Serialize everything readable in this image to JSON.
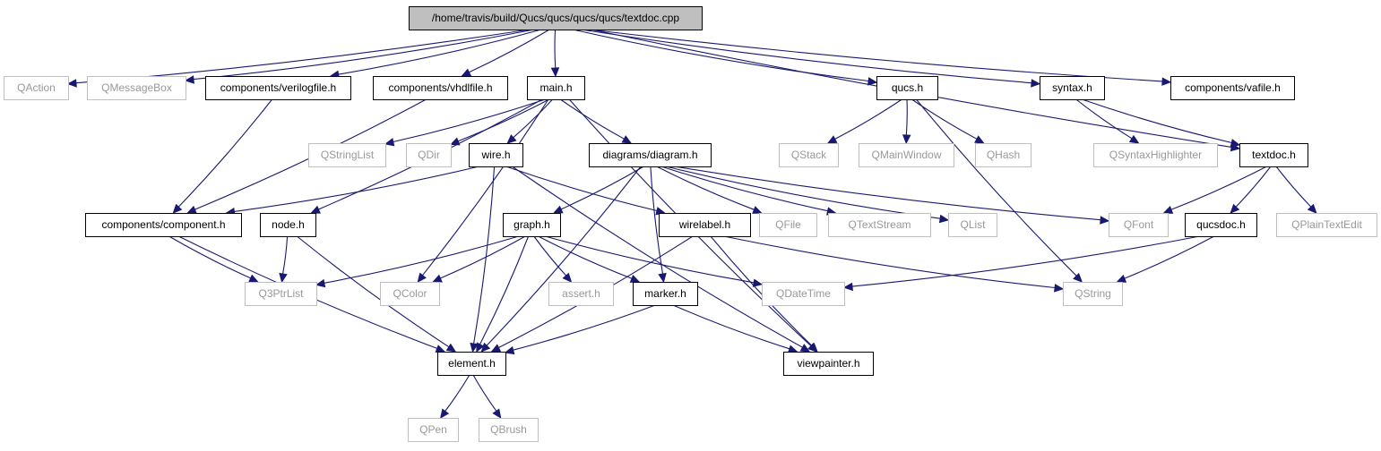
{
  "colors": {
    "edge": "#191970",
    "node_border_project": "#000000",
    "node_border_external": "#bfbfbf",
    "node_text_project": "#000000",
    "node_text_external": "#999999",
    "root_fill": "#bfbfbf",
    "node_fill": "#ffffff"
  },
  "nodes": [
    {
      "id": "textdoc_cpp",
      "label": "/home/travis/build/Qucs/qucs/qucs/qucs/textdoc.cpp",
      "kind": "root"
    },
    {
      "id": "QAction",
      "label": "QAction",
      "kind": "external"
    },
    {
      "id": "QMessageBox",
      "label": "QMessageBox",
      "kind": "external"
    },
    {
      "id": "verilogfile_h",
      "label": "components/verilogfile.h",
      "kind": "project"
    },
    {
      "id": "vhdlfile_h",
      "label": "components/vhdlfile.h",
      "kind": "project"
    },
    {
      "id": "main_h",
      "label": "main.h",
      "kind": "project"
    },
    {
      "id": "qucs_h",
      "label": "qucs.h",
      "kind": "project"
    },
    {
      "id": "syntax_h",
      "label": "syntax.h",
      "kind": "project"
    },
    {
      "id": "vafile_h",
      "label": "components/vafile.h",
      "kind": "project"
    },
    {
      "id": "QStringList",
      "label": "QStringList",
      "kind": "external"
    },
    {
      "id": "QDir",
      "label": "QDir",
      "kind": "external"
    },
    {
      "id": "wire_h",
      "label": "wire.h",
      "kind": "project"
    },
    {
      "id": "diagram_h",
      "label": "diagrams/diagram.h",
      "kind": "project"
    },
    {
      "id": "QStack",
      "label": "QStack",
      "kind": "external"
    },
    {
      "id": "QMainWindow",
      "label": "QMainWindow",
      "kind": "external"
    },
    {
      "id": "QHash",
      "label": "QHash",
      "kind": "external"
    },
    {
      "id": "QSyntaxHighlighter",
      "label": "QSyntaxHighlighter",
      "kind": "external"
    },
    {
      "id": "textdoc_h",
      "label": "textdoc.h",
      "kind": "project"
    },
    {
      "id": "component_h",
      "label": "components/component.h",
      "kind": "project"
    },
    {
      "id": "node_h",
      "label": "node.h",
      "kind": "project"
    },
    {
      "id": "graph_h",
      "label": "graph.h",
      "kind": "project"
    },
    {
      "id": "wirelabel_h",
      "label": "wirelabel.h",
      "kind": "project"
    },
    {
      "id": "QFile",
      "label": "QFile",
      "kind": "external"
    },
    {
      "id": "QTextStream",
      "label": "QTextStream",
      "kind": "external"
    },
    {
      "id": "QList",
      "label": "QList",
      "kind": "external"
    },
    {
      "id": "QFont",
      "label": "QFont",
      "kind": "external"
    },
    {
      "id": "qucsdoc_h",
      "label": "qucsdoc.h",
      "kind": "project"
    },
    {
      "id": "QPlainTextEdit",
      "label": "QPlainTextEdit",
      "kind": "external"
    },
    {
      "id": "Q3PtrList",
      "label": "Q3PtrList",
      "kind": "external"
    },
    {
      "id": "QColor",
      "label": "QColor",
      "kind": "external"
    },
    {
      "id": "assert_h",
      "label": "assert.h",
      "kind": "external"
    },
    {
      "id": "marker_h",
      "label": "marker.h",
      "kind": "project"
    },
    {
      "id": "QDateTime",
      "label": "QDateTime",
      "kind": "external"
    },
    {
      "id": "QString",
      "label": "QString",
      "kind": "external"
    },
    {
      "id": "element_h",
      "label": "element.h",
      "kind": "project"
    },
    {
      "id": "viewpainter_h",
      "label": "viewpainter.h",
      "kind": "project"
    },
    {
      "id": "QPen",
      "label": "QPen",
      "kind": "external"
    },
    {
      "id": "QBrush",
      "label": "QBrush",
      "kind": "external"
    }
  ],
  "edges": [
    [
      "textdoc_cpp",
      "QAction"
    ],
    [
      "textdoc_cpp",
      "QMessageBox"
    ],
    [
      "textdoc_cpp",
      "verilogfile_h"
    ],
    [
      "textdoc_cpp",
      "vhdlfile_h"
    ],
    [
      "textdoc_cpp",
      "main_h"
    ],
    [
      "textdoc_cpp",
      "qucs_h"
    ],
    [
      "textdoc_cpp",
      "syntax_h"
    ],
    [
      "textdoc_cpp",
      "vafile_h"
    ],
    [
      "textdoc_cpp",
      "textdoc_h"
    ],
    [
      "verilogfile_h",
      "component_h"
    ],
    [
      "vhdlfile_h",
      "component_h"
    ],
    [
      "main_h",
      "QStringList"
    ],
    [
      "main_h",
      "QDir"
    ],
    [
      "main_h",
      "wire_h"
    ],
    [
      "main_h",
      "diagram_h"
    ],
    [
      "main_h",
      "node_h"
    ],
    [
      "main_h",
      "QColor"
    ],
    [
      "main_h",
      "viewpainter_h"
    ],
    [
      "qucs_h",
      "QStack"
    ],
    [
      "qucs_h",
      "QMainWindow"
    ],
    [
      "qucs_h",
      "QHash"
    ],
    [
      "qucs_h",
      "QString"
    ],
    [
      "syntax_h",
      "QSyntaxHighlighter"
    ],
    [
      "syntax_h",
      "textdoc_h"
    ],
    [
      "textdoc_h",
      "QFont"
    ],
    [
      "textdoc_h",
      "qucsdoc_h"
    ],
    [
      "textdoc_h",
      "QPlainTextEdit"
    ],
    [
      "wire_h",
      "component_h"
    ],
    [
      "wire_h",
      "wirelabel_h"
    ],
    [
      "wire_h",
      "element_h"
    ],
    [
      "wire_h",
      "viewpainter_h"
    ],
    [
      "diagram_h",
      "graph_h"
    ],
    [
      "diagram_h",
      "marker_h"
    ],
    [
      "diagram_h",
      "element_h"
    ],
    [
      "diagram_h",
      "QFile"
    ],
    [
      "diagram_h",
      "QTextStream"
    ],
    [
      "diagram_h",
      "QList"
    ],
    [
      "diagram_h",
      "QFont"
    ],
    [
      "component_h",
      "Q3PtrList"
    ],
    [
      "component_h",
      "element_h"
    ],
    [
      "node_h",
      "Q3PtrList"
    ],
    [
      "node_h",
      "element_h"
    ],
    [
      "graph_h",
      "Q3PtrList"
    ],
    [
      "graph_h",
      "QColor"
    ],
    [
      "graph_h",
      "assert_h"
    ],
    [
      "graph_h",
      "marker_h"
    ],
    [
      "graph_h",
      "QDateTime"
    ],
    [
      "graph_h",
      "element_h"
    ],
    [
      "wirelabel_h",
      "QString"
    ],
    [
      "wirelabel_h",
      "element_h"
    ],
    [
      "wirelabel_h",
      "viewpainter_h"
    ],
    [
      "qucsdoc_h",
      "QDateTime"
    ],
    [
      "qucsdoc_h",
      "QString"
    ],
    [
      "marker_h",
      "element_h"
    ],
    [
      "marker_h",
      "viewpainter_h"
    ],
    [
      "element_h",
      "QPen"
    ],
    [
      "element_h",
      "QBrush"
    ]
  ]
}
